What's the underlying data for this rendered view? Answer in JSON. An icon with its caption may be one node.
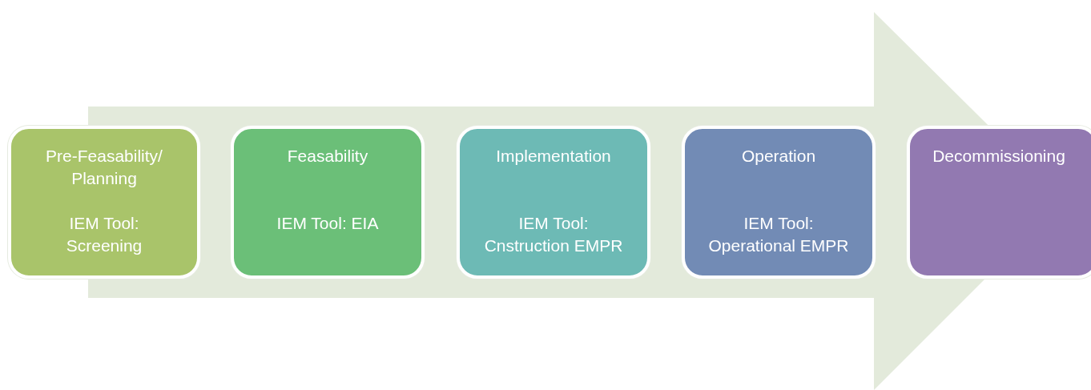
{
  "diagram": {
    "nodes": [
      {
        "text": [
          "Pre-Feasability/ Planning",
          "IEM Tool: Screening"
        ]
      },
      {
        "text": [
          "Feasability",
          "IEM Tool: EIA"
        ]
      },
      {
        "text": [
          "Implementation",
          "IEM Tool: Cnstruction EMPR"
        ]
      },
      {
        "text": [
          "Operation",
          "IEM Tool: Operational EMPR"
        ]
      },
      {
        "text": [
          "Decommissioning"
        ]
      }
    ],
    "edges": [
      {
        "from": 0,
        "to": 4,
        "arrow": "to"
      }
    ]
  }
}
